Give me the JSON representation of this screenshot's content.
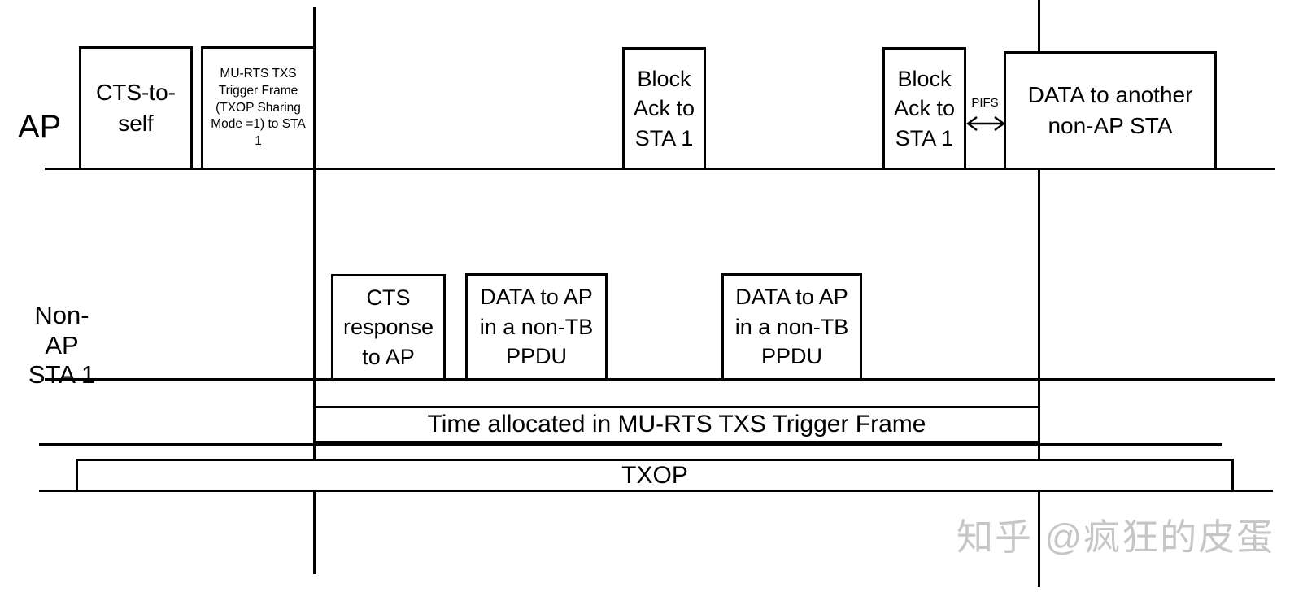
{
  "lanes": {
    "ap_label": "AP",
    "sta_label_line1": "Non-AP",
    "sta_label_line2": "STA 1"
  },
  "ap_row": {
    "cts_to_self": {
      "line1": "CTS-to-",
      "line2": "self"
    },
    "mu_rts_trigger": {
      "line1": "MU-RTS TXS",
      "line2": "Trigger Frame",
      "line3": "(TXOP Sharing",
      "line4": "Mode =1) to STA",
      "line5": "1"
    },
    "block_ack_1": {
      "line1": "Block",
      "line2": "Ack to",
      "line3": "STA 1"
    },
    "block_ack_2": {
      "line1": "Block",
      "line2": "Ack to",
      "line3": "STA 1"
    },
    "pifs": "PIFS",
    "data_to_another": {
      "line1": "DATA to another",
      "line2": "non-AP STA"
    }
  },
  "sta_row": {
    "cts_response": {
      "line1": "CTS",
      "line2": "response",
      "line3": "to AP"
    },
    "data_to_ap_1": {
      "line1": "DATA to AP",
      "line2": "in a non-TB",
      "line3": "PPDU"
    },
    "data_to_ap_2": {
      "line1": "DATA to AP",
      "line2": "in a non-TB",
      "line3": "PPDU"
    }
  },
  "bars": {
    "time_allocated": "Time allocated in MU-RTS TXS Trigger Frame",
    "txop": "TXOP"
  },
  "watermark": "知乎 @疯狂的皮蛋",
  "colors": {
    "line": "#000000",
    "background": "#ffffff",
    "watermark": "#c6c6c6"
  }
}
